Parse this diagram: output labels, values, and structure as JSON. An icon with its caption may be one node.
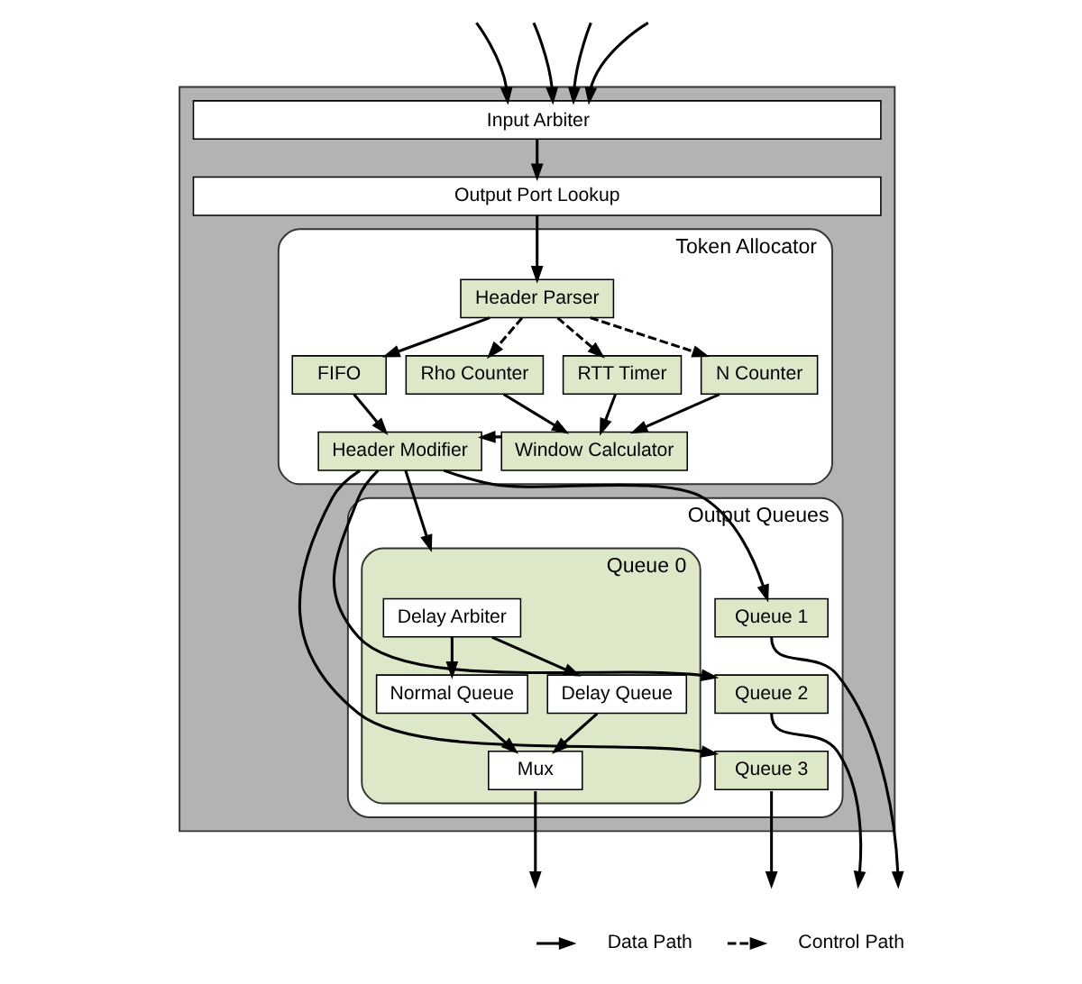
{
  "diagram": {
    "nodes": [
      {
        "text": [],
        "shape": "box"
      },
      {
        "text": [
          "Input Arbiter"
        ],
        "in": 0
      },
      {
        "text": [
          "Output Port Lookup"
        ],
        "in": 0
      },
      {
        "text": [
          "Token Allocator"
        ],
        "in": 0
      },
      {
        "text": [
          "Header Parser"
        ],
        "in": 3
      },
      {
        "text": [
          "FIFO"
        ],
        "in": 3
      },
      {
        "text": [
          "RTT Timer"
        ],
        "in": 3
      },
      {
        "text": [
          "N Counter"
        ],
        "in": 3
      },
      {
        "text": [
          "Rho Counter"
        ],
        "in": 3
      },
      {
        "text": [
          "Header Modifier"
        ],
        "in": 3
      },
      {
        "text": [
          "Window Calculator"
        ],
        "in": 3
      },
      {
        "text": [
          "Output Queues"
        ],
        "in": 0
      },
      {
        "text": [
          "Queue 0"
        ],
        "in": 11
      },
      {
        "text": [
          "Delay Arbiter"
        ],
        "in": 12
      },
      {
        "text": [
          "Normal Queue"
        ],
        "in": 12
      },
      {
        "text": [
          "Delay Queue"
        ],
        "in": 12
      },
      {
        "text": [
          "Mux"
        ],
        "in": 12
      },
      {
        "text": [
          "Queue 1"
        ],
        "in": 11
      },
      {
        "text": [
          "Queue 2"
        ],
        "in": 11
      },
      {
        "text": [
          "Queue 3"
        ],
        "in": 11
      }
    ],
    "edges": [
      {
        "from": null,
        "to": 1,
        "arrow": "to"
      },
      {
        "from": null,
        "to": 1,
        "arrow": "to"
      },
      {
        "from": null,
        "to": 1,
        "arrow": "to"
      },
      {
        "from": null,
        "to": 1,
        "arrow": "to"
      },
      {
        "from": 1,
        "to": 2,
        "arrow": "to"
      },
      {
        "from": 2,
        "to": 4,
        "arrow": "to"
      },
      {
        "from": 4,
        "to": 5,
        "arrow": "to"
      },
      {
        "from": 4,
        "to": 6,
        "arrow": "to",
        "style": "dashed"
      },
      {
        "from": 4,
        "to": 7,
        "arrow": "to",
        "style": "dashed"
      },
      {
        "from": 4,
        "to": 8,
        "arrow": "to",
        "style": "dashed"
      },
      {
        "from": 5,
        "to": 9,
        "arrow": "to"
      },
      {
        "from": 6,
        "to": 10,
        "arrow": "to"
      },
      {
        "from": 7,
        "to": 10,
        "arrow": "to"
      },
      {
        "from": 8,
        "to": 10,
        "arrow": "to"
      },
      {
        "from": 10,
        "to": 9,
        "arrow": "to",
        "style": "dashed"
      },
      {
        "from": 9,
        "to": 12,
        "arrow": "to"
      },
      {
        "from": 9,
        "to": 17,
        "arrow": "to"
      },
      {
        "from": 9,
        "to": 18,
        "arrow": "to"
      },
      {
        "from": 9,
        "to": 19,
        "arrow": "to"
      },
      {
        "from": 13,
        "to": 14,
        "arrow": "to"
      },
      {
        "from": 13,
        "to": 15,
        "arrow": "to"
      },
      {
        "from": 14,
        "to": 16,
        "arrow": "to"
      },
      {
        "from": 15,
        "to": 16,
        "arrow": "to"
      },
      {
        "from": 16,
        "to": null,
        "arrow": "to"
      },
      {
        "from": 17,
        "to": null,
        "arrow": "to"
      },
      {
        "from": 18,
        "to": null,
        "arrow": "to"
      },
      {
        "from": 19,
        "to": null,
        "arrow": "to"
      }
    ],
    "legend": [
      {
        "text": "Data Path"
      },
      {
        "text": "Control Path"
      }
    ]
  }
}
